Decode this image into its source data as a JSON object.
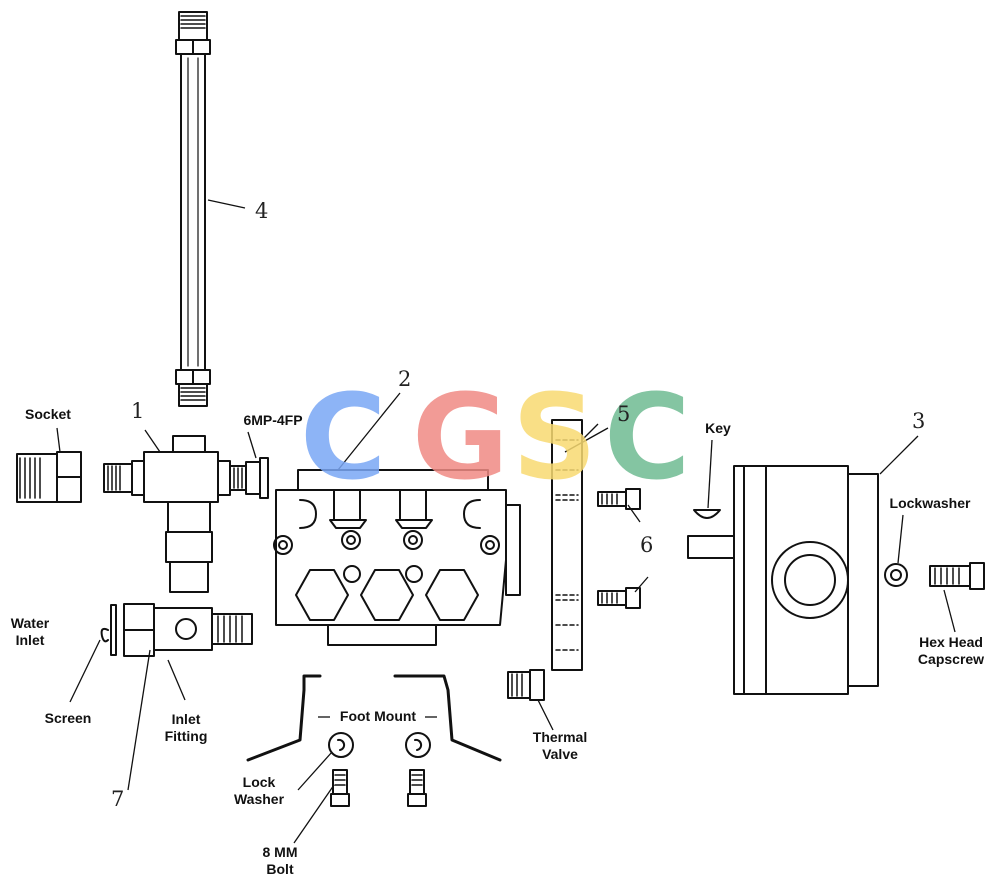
{
  "watermark": {
    "letters": [
      "C",
      "G",
      "S",
      "C"
    ],
    "colors": [
      "#7aa7f5",
      "#f08a84",
      "#f8da72",
      "#6fbb92"
    ]
  },
  "colors": {
    "ink": "#111111"
  },
  "labels": {
    "socket": "Socket",
    "model": "6MP-4FP",
    "key": "Key",
    "lockwasher": "Lockwasher",
    "hex_head_capscrew": [
      "Hex Head",
      "Capscrew"
    ],
    "water_inlet": [
      "Water",
      "Inlet"
    ],
    "screen": "Screen",
    "inlet_fitting": [
      "Inlet",
      "Fitting"
    ],
    "foot_mount": "Foot Mount",
    "lock_washer": [
      "Lock",
      "Washer"
    ],
    "bolt_8mm": [
      "8 MM",
      "Bolt"
    ],
    "thermal_valve": [
      "Thermal",
      "Valve"
    ]
  },
  "callouts": {
    "c1": "1",
    "c2": "2",
    "c3": "3",
    "c4": "4",
    "c5": "5",
    "c6": "6",
    "c7": "7"
  }
}
